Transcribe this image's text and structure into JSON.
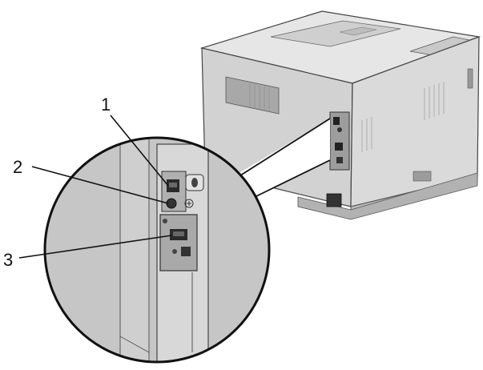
{
  "callouts": [
    {
      "number": "1"
    },
    {
      "number": "2"
    },
    {
      "number": "3"
    }
  ],
  "colors": {
    "printer_light": "#dedede",
    "printer_mid": "#c4c4c4",
    "printer_dark": "#9a9a9a",
    "outline": "#1a1a1a",
    "zoom_fill": "#b8b8b8",
    "panel_fill": "#a9a9a9"
  }
}
